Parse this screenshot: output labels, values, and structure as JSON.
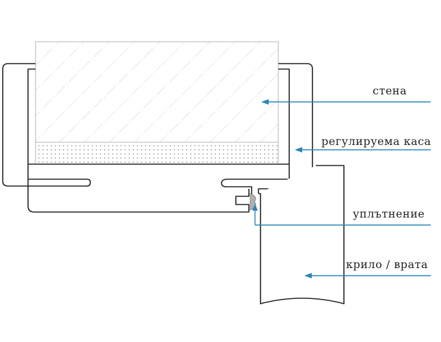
{
  "labels": {
    "wall": "стена",
    "frame": "регулируема каса",
    "seal": "уплътнение",
    "door": "крило / врата"
  },
  "colors": {
    "outline": "#222222",
    "arrow": "#2a86b5",
    "wall_hatch": "#c8c8c8",
    "wall_edge": "#b5b5b5",
    "filler_dots": "#bdbdbd",
    "seal": "#9a9a9a"
  }
}
